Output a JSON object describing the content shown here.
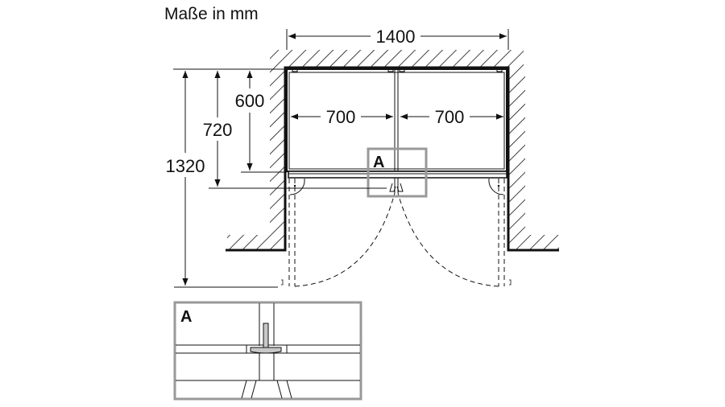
{
  "title": "Maße in mm",
  "dimensions": {
    "total_width": "1400",
    "left_door_width": "700",
    "right_door_width": "700",
    "depth_body": "600",
    "depth_with_doors": "720",
    "depth_doors_open": "1320"
  },
  "detail": {
    "marker_label": "A",
    "inset_label": "A"
  },
  "colors": {
    "line": "#111111",
    "detail_frame": "#999999",
    "hatch": "#111111"
  }
}
